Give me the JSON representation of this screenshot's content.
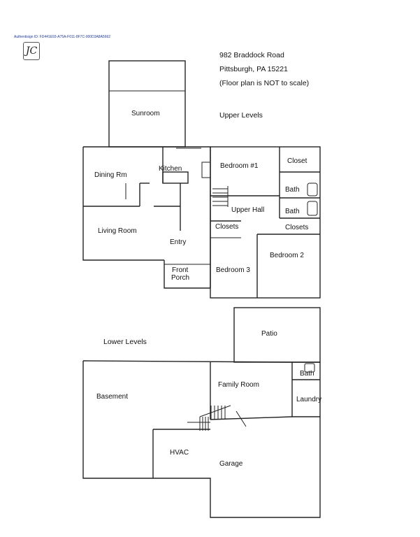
{
  "authentisign": {
    "id_text": "Authentisign ID: FD441E93-A75A-F011-8F7C-000D3A8A5662",
    "initials": "JC"
  },
  "header": {
    "address_line1": "982 Braddock Road",
    "address_line2": "Pittsburgh, PA 15221",
    "note": "(Floor plan is NOT to scale)"
  },
  "sections": {
    "upper": "Upper Levels",
    "lower": "Lower Levels"
  },
  "upper_rooms": {
    "sunroom": "Sunroom",
    "dining": "Dining Rm",
    "kitchen": "Kitchen",
    "living": "Living Room",
    "entry": "Entry",
    "front_porch_1": "Front",
    "front_porch_2": "Porch",
    "bedroom1": "Bedroom #1",
    "closet": "Closet",
    "bath1": "Bath",
    "bath2": "Bath",
    "upper_hall": "Upper Hall",
    "closets_left": "Closets",
    "closets_right": "Closets",
    "bedroom3": "Bedroom 3",
    "bedroom2": "Bedroom 2"
  },
  "lower_rooms": {
    "patio": "Patio",
    "basement": "Basement",
    "family_room": "Family Room",
    "bath": "Bath",
    "laundry": "Laundry",
    "hvac": "HVAC",
    "garage": "Garage"
  }
}
